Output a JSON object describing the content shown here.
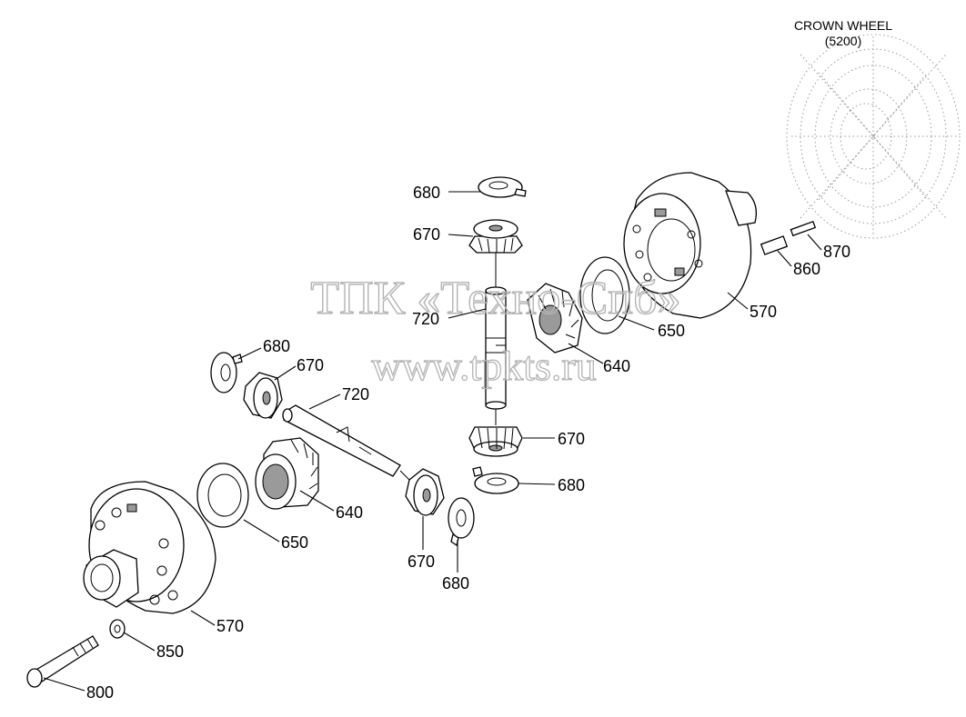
{
  "caption": {
    "line1": "CROWN WHEEL",
    "line2": "(5200)"
  },
  "watermark": {
    "line1": "ТПК «Техно-Спб»",
    "line2": "www.tpkts.ru"
  },
  "callouts": [
    {
      "id": "680-top",
      "label": "680"
    },
    {
      "id": "670-top",
      "label": "670"
    },
    {
      "id": "720-vertical",
      "label": "720"
    },
    {
      "id": "650-right",
      "label": "650"
    },
    {
      "id": "640-right",
      "label": "640"
    },
    {
      "id": "570-right",
      "label": "570"
    },
    {
      "id": "870",
      "label": "870"
    },
    {
      "id": "860",
      "label": "860"
    },
    {
      "id": "680-left",
      "label": "680"
    },
    {
      "id": "670-left",
      "label": "670"
    },
    {
      "id": "720-horizontal",
      "label": "720"
    },
    {
      "id": "670-center",
      "label": "670"
    },
    {
      "id": "680-center",
      "label": "680"
    },
    {
      "id": "640-left",
      "label": "640"
    },
    {
      "id": "650-left",
      "label": "650"
    },
    {
      "id": "670-bottom",
      "label": "670"
    },
    {
      "id": "680-bottom",
      "label": "680"
    },
    {
      "id": "570-left",
      "label": "570"
    },
    {
      "id": "850",
      "label": "850"
    },
    {
      "id": "800",
      "label": "800"
    }
  ]
}
